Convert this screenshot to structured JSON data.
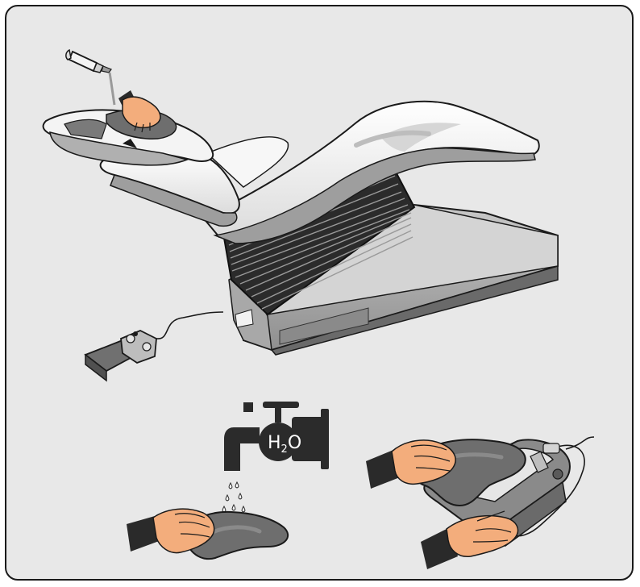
{
  "faucet": {
    "label_main": "H",
    "label_sub": "2",
    "label_end": "O"
  },
  "colors": {
    "panel_background": "#e8e8e8",
    "outline": "#1a1a1a",
    "chair_gray": "#b9b9b9",
    "chair_dark": "#7d7d7d",
    "upholstery": "#f5f5f5",
    "bellows": "#2b2b2b",
    "mat_gray": "#6e6e6e",
    "skin": "#f3ad7c",
    "sleeve": "#2a2a2a"
  },
  "icons": [
    "spray-bottle-icon",
    "water-tap-icon",
    "water-drops-icon",
    "hand-icon",
    "foot-control-icon"
  ]
}
